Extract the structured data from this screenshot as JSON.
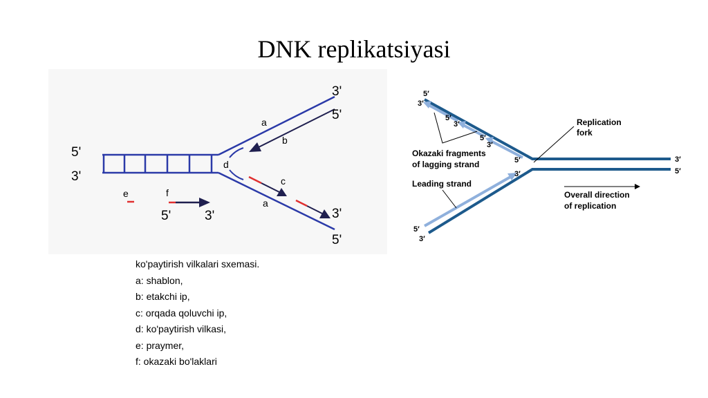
{
  "slide": {
    "title": "DNK replikatsiyasi"
  },
  "left_diagram": {
    "labels": {
      "left_top_end": "5'",
      "left_bottom_end": "3'",
      "upper_right_outer": "3'",
      "upper_right_inner": "5'",
      "lower_right_inner": "3'",
      "lower_right_outer": "5'",
      "a_upper": "a",
      "a_lower": "a",
      "b": "b",
      "c": "c",
      "d": "d",
      "e": "e",
      "f": "f",
      "legend_5": "5'",
      "legend_3": "3'"
    },
    "colors": {
      "strand": "#2b3aa8",
      "new_strand": "#1f1f4f",
      "primer": "#e03030"
    }
  },
  "right_diagram": {
    "labels": {
      "top_5": "5′",
      "top_3": "3′",
      "frag1_5": "5′",
      "frag1_3": "3′",
      "frag2_5": "5′",
      "frag2_3": "3′",
      "fork_5": "5′",
      "fork_3": "3′",
      "right_3": "3′",
      "right_5": "5′",
      "bottom_5": "5′",
      "bottom_3": "3′",
      "replication_fork_line1": "Replication",
      "replication_fork_line2": "fork",
      "okazaki_line1": "Okazaki fragments",
      "okazaki_line2": "of lagging strand",
      "leading_strand": "Leading strand",
      "overall_line1": "Overall direction",
      "overall_line2": "of replication"
    },
    "colors": {
      "parent_strand": "#1d5a8c",
      "new_strand": "#8fb0dc"
    }
  },
  "caption": {
    "lines": [
      "ko'paytirish vilkalari sxemasi.",
      "a: shablon,",
      "b: etakchi ip,",
      "c: orqada qoluvchi ip,",
      "d: ko'paytirish vilkasi,",
      "e: praymer,",
      "f: okazaki bo'laklari"
    ]
  }
}
